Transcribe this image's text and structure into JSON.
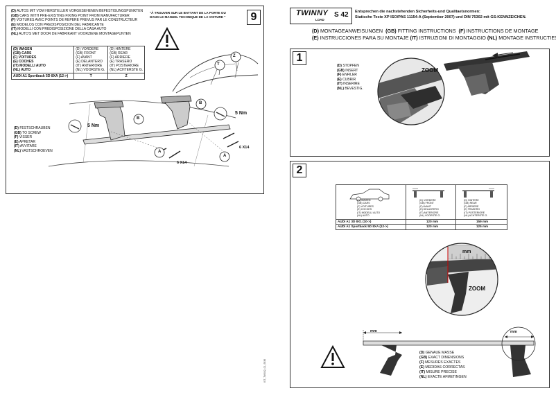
{
  "left_page": {
    "page_number": "9",
    "fixing_points": [
      {
        "code": "(D)",
        "text": "AUTOS MIT VOM HERSTELLER VORGESEHENEN BEFESTIGUNGSPUNKTEN"
      },
      {
        "code": "(GB)",
        "text": "CARS WITH PRE-EXISTING FIXING POINT FROM MANUFACTURER"
      },
      {
        "code": "(F)",
        "text": "VOITURES AVEC POINTS DE REPERE PREVUS PAR LE CONSTRUCTEUR"
      },
      {
        "code": "(E)",
        "text": "MODELOS CON PREDISPOSICION DEL FABRICANTE"
      },
      {
        "code": "(IT)",
        "text": "MODELLI CON PREDISPOSIZIONE DELLA CASA AUTO"
      },
      {
        "code": "(NL)",
        "text": "AUTO'S MET DOOR DE FABRIKANT VOORZIENE MONTAGEPUNTEN"
      }
    ],
    "door_note": "\"À TROUVER SUR LE BATTANT DE LA PORTE OU DANS LE MANUEL TECHNIQUE DE LA VOITURE \"",
    "table": {
      "col_car": [
        "(D) WAGEN",
        "(GB) CARS",
        "(F) VOITURES",
        "(E) COCHES",
        "(IT) MODELLI AUTO",
        "(NL) AUTO"
      ],
      "col_front": [
        "(D) VORDERE",
        "(GB) FRONT",
        "(F) AVANT",
        "(E) DELANTERO",
        "(IT) ANTERIORE",
        "(NL) VOORSTE G."
      ],
      "col_rear": [
        "(D) HINTERE",
        "(GB) REAR",
        "(F) ARRIERE",
        "(E) TRASERO",
        "(IT) POSTERIORE",
        "(NL) ACHTERSTE G."
      ],
      "row_model": "AUDI A1 Sportback 5D 8XA  (12->)",
      "row_front": "T",
      "row_rear": "Z"
    },
    "screws": [
      {
        "code": "(D)",
        "text": "FESTSCHRAUBEN"
      },
      {
        "code": "(GB)",
        "text": "TO SCREW"
      },
      {
        "code": "(F)",
        "text": "VISSER"
      },
      {
        "code": "(E)",
        "text": "APRETAR"
      },
      {
        "code": "(IT)",
        "text": "AVVITARE"
      },
      {
        "code": "(NL)",
        "text": "VASTSCHROEVEN"
      }
    ],
    "torque_left": "5 Nm",
    "torque_right": "5 Nm",
    "screw_qty_1": "6 X14",
    "screw_qty_2": "6 X14",
    "labels": {
      "a": "A",
      "b": "B",
      "t": "T",
      "z": "Z"
    },
    "side_code": "IST_TW042_01_9036"
  },
  "right_page": {
    "brand": "TWINNY",
    "brand_sub": "LOAD",
    "model": "S 42",
    "standards_1": "Entsprechen die nachstehenden Sicherheits-und Qualitaetsnormen:",
    "standards_2": "Statische Teste XP ISO/PAS 11154-A (September 2007) und DIN 75302 mit GS-KENNZEICHEN.",
    "instructions_line1": [
      {
        "code": "(D)",
        "text": "MONTAGEANWEISUNGEN"
      },
      {
        "code": "(GB)",
        "text": "FITTING INSTRUCTIONS"
      },
      {
        "code": "(F)",
        "text": "INSTRUCTIONS DE MONTAGE"
      }
    ],
    "instructions_line2": [
      {
        "code": "(E)",
        "text": "INSTRUCCIONES PARA SU MONTAJE"
      },
      {
        "code": "(IT)",
        "text": "ISTRUZIONI DI MONTAGGIO"
      },
      {
        "code": "(NL)",
        "text": "MONTAGE INSTRUCTIES."
      }
    ],
    "step1": {
      "number": "1",
      "lines": [
        {
          "code": "(D)",
          "text": "STOPFEN"
        },
        {
          "code": "(GB)",
          "text": "INSERT"
        },
        {
          "code": "(F)",
          "text": "ENFILER"
        },
        {
          "code": "(E)",
          "text": "CUBRIR"
        },
        {
          "code": "(IT)",
          "text": "INSERIRE"
        },
        {
          "code": "(NL)",
          "text": "BEVESTIG."
        }
      ],
      "zoom": "ZOOM"
    },
    "step2": {
      "number": "2",
      "table": {
        "car_labels": [
          "(D) WAGEN",
          "(GB) CARS",
          "(F) VOITURES",
          "(E) COCHES",
          "(IT) MODELLI AUTO",
          "(NL) AUTO"
        ],
        "front_labels": [
          "(D) VORDERE",
          "(GB) FRONT",
          "(F) AVANT",
          "(E) DELANTERO",
          "(IT) ANTERIORE",
          "(NL) VOORSTE G."
        ],
        "rear_labels": [
          "(D) HINTERE",
          "(GB) REAR",
          "(F) ARRIERE",
          "(E) TRASERO",
          "(IT) POSTERIORE",
          "(NL) ACHTERSTE G."
        ],
        "rows": [
          {
            "model": "AUDI A1 3D 8X1  (10->)",
            "front": "120 mm",
            "rear": "159 mm"
          },
          {
            "model": "AUDI A1 Sportback 5D 8XA  (12->)",
            "front": "120 mm",
            "rear": "125 mm"
          }
        ]
      },
      "mm": "mm",
      "zoom": "ZOOM",
      "measures": [
        {
          "code": "(D)",
          "text": "GENAUE MASSE"
        },
        {
          "code": "(GB)",
          "text": "EXACT DIMENSIONS"
        },
        {
          "code": "(F)",
          "text": "MESURES EXACTES"
        },
        {
          "code": "(E)",
          "text": "MEDIDAS CORRECTAS"
        },
        {
          "code": "(IT)",
          "text": "MISURE PRECISE"
        },
        {
          "code": "(NL)",
          "text": "EXACTE AFMETINGEN"
        }
      ]
    }
  }
}
